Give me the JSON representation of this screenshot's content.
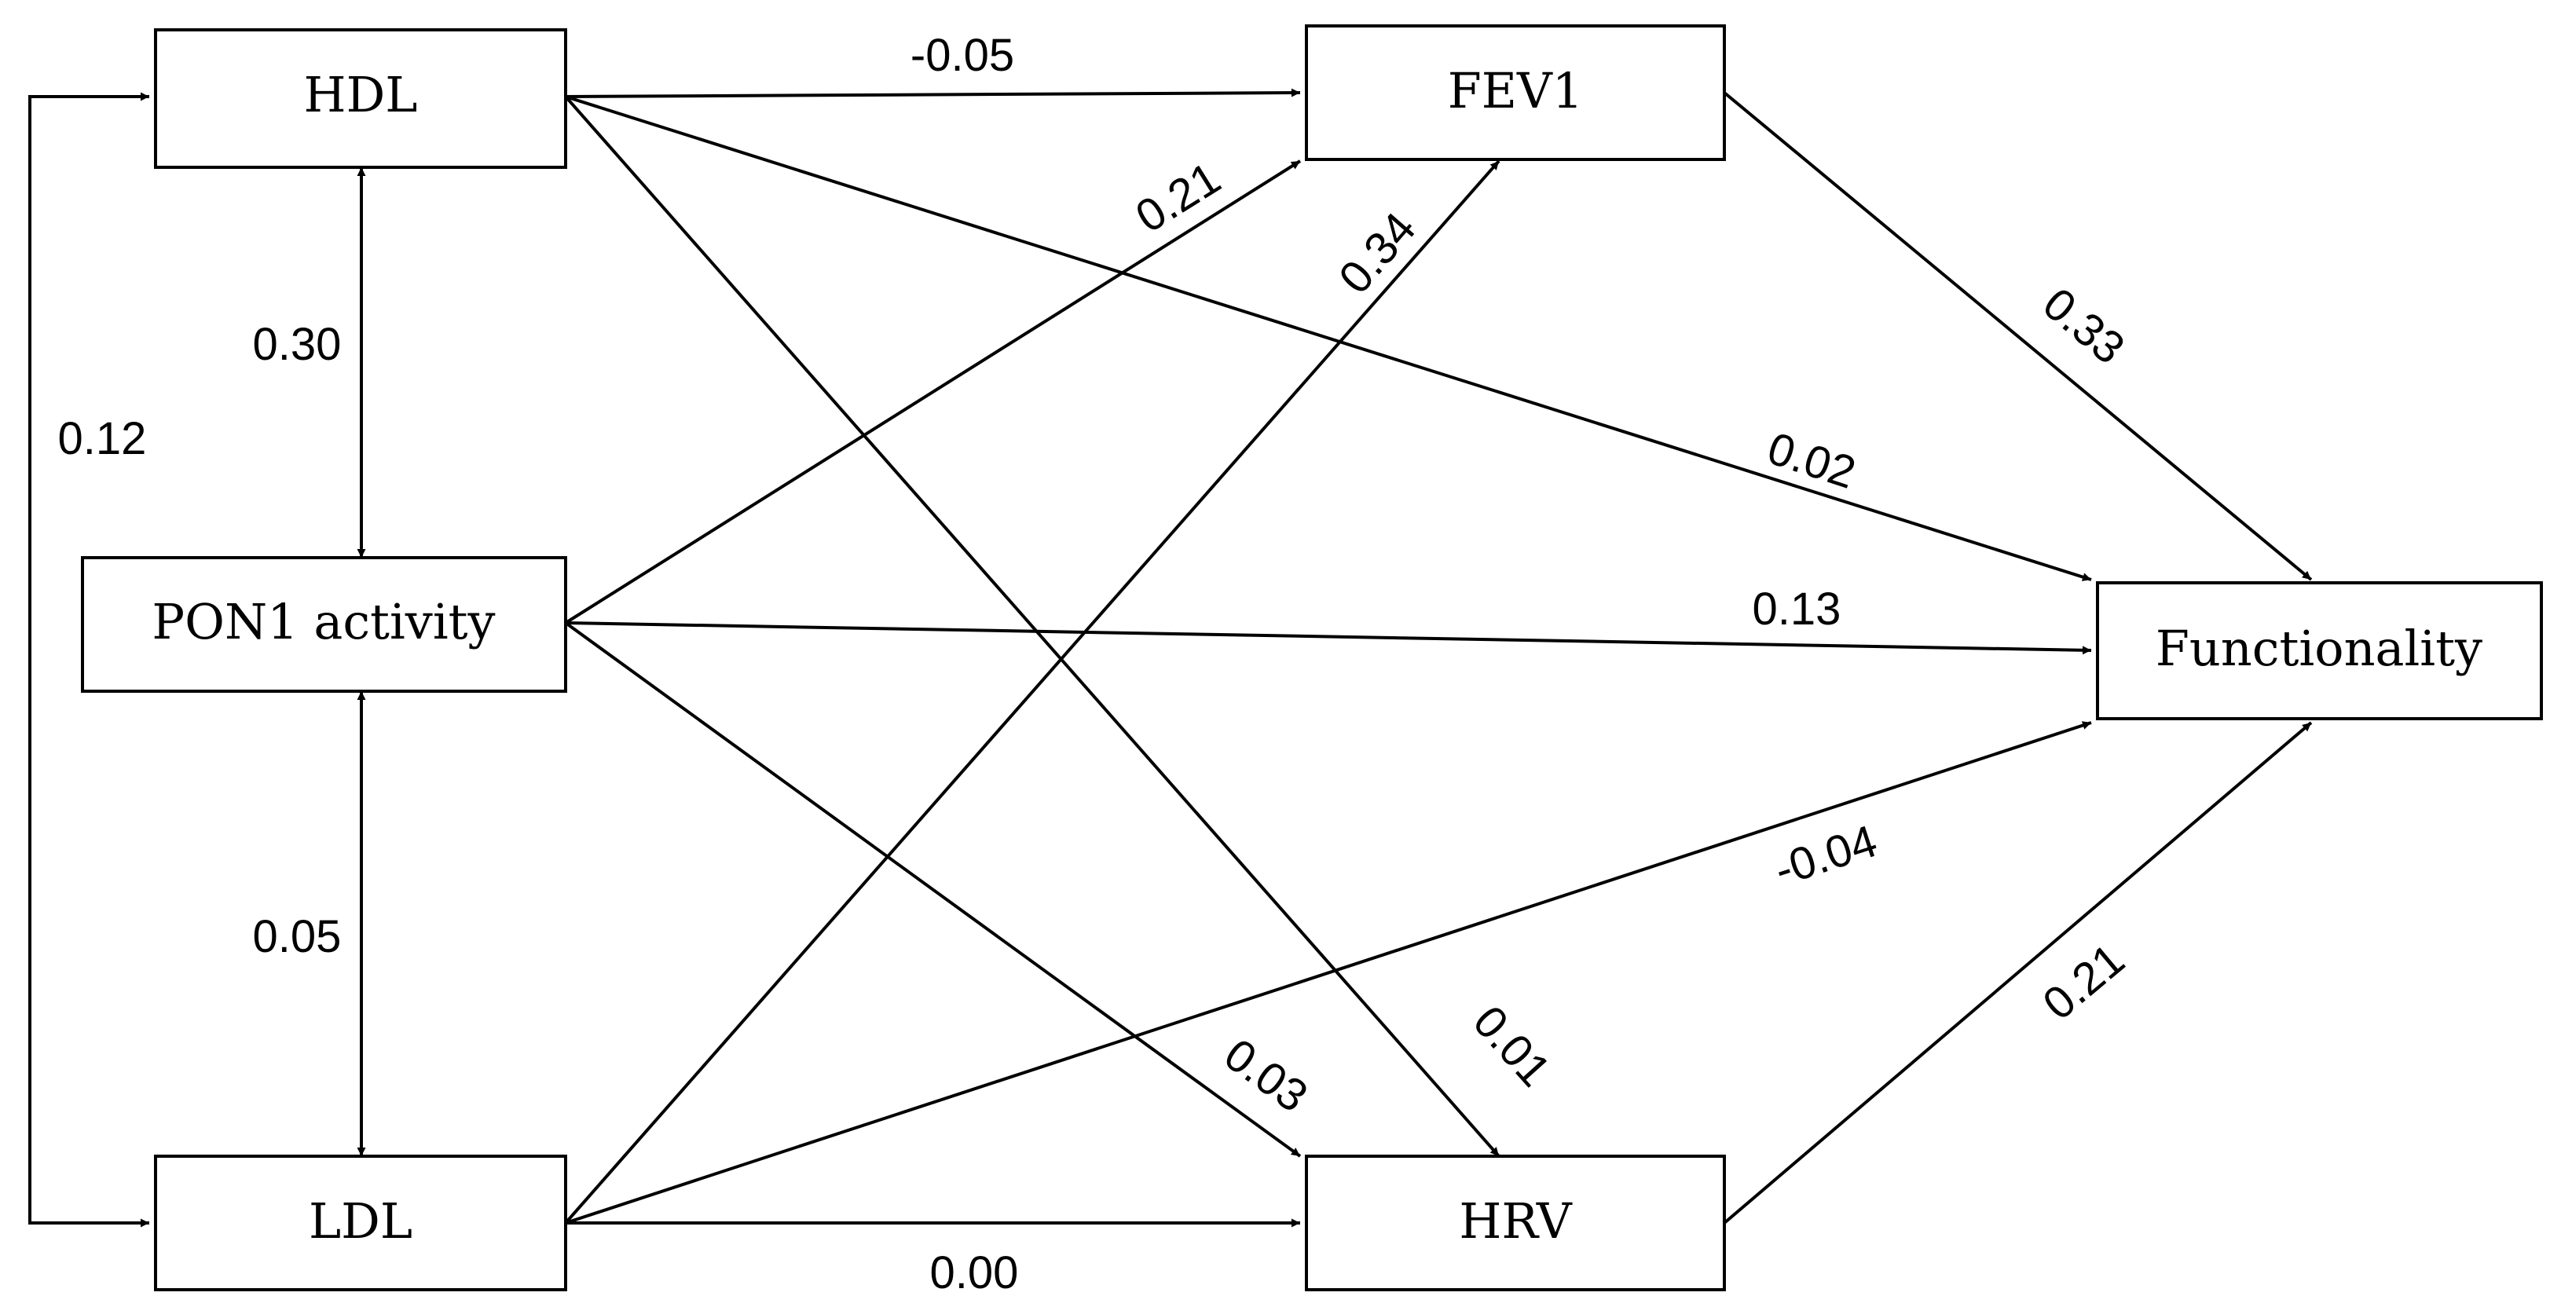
{
  "nodes": {
    "hdl": "HDL",
    "pon1": "PON1 activity",
    "ldl": "LDL",
    "fev1": "FEV1",
    "hrv": "HRV",
    "functionality": "Functionality"
  },
  "paths": {
    "hdl_fev1": "-0.05",
    "hdl_functionality": "0.02",
    "hdl_hrv": "0.01",
    "hdl_pon1": "0.30",
    "hdl_ldl": "0.12",
    "pon1_ldl": "0.05",
    "pon1_fev1": "0.21",
    "pon1_functionality": "0.13",
    "pon1_hrv": "0.03",
    "ldl_fev1": "0.34",
    "ldl_functionality": "-0.04",
    "ldl_hrv": "0.00",
    "fev1_functionality": "0.33",
    "hrv_functionality": "0.21"
  },
  "colors": {
    "ink": "#000000",
    "background": "#ffffff"
  }
}
